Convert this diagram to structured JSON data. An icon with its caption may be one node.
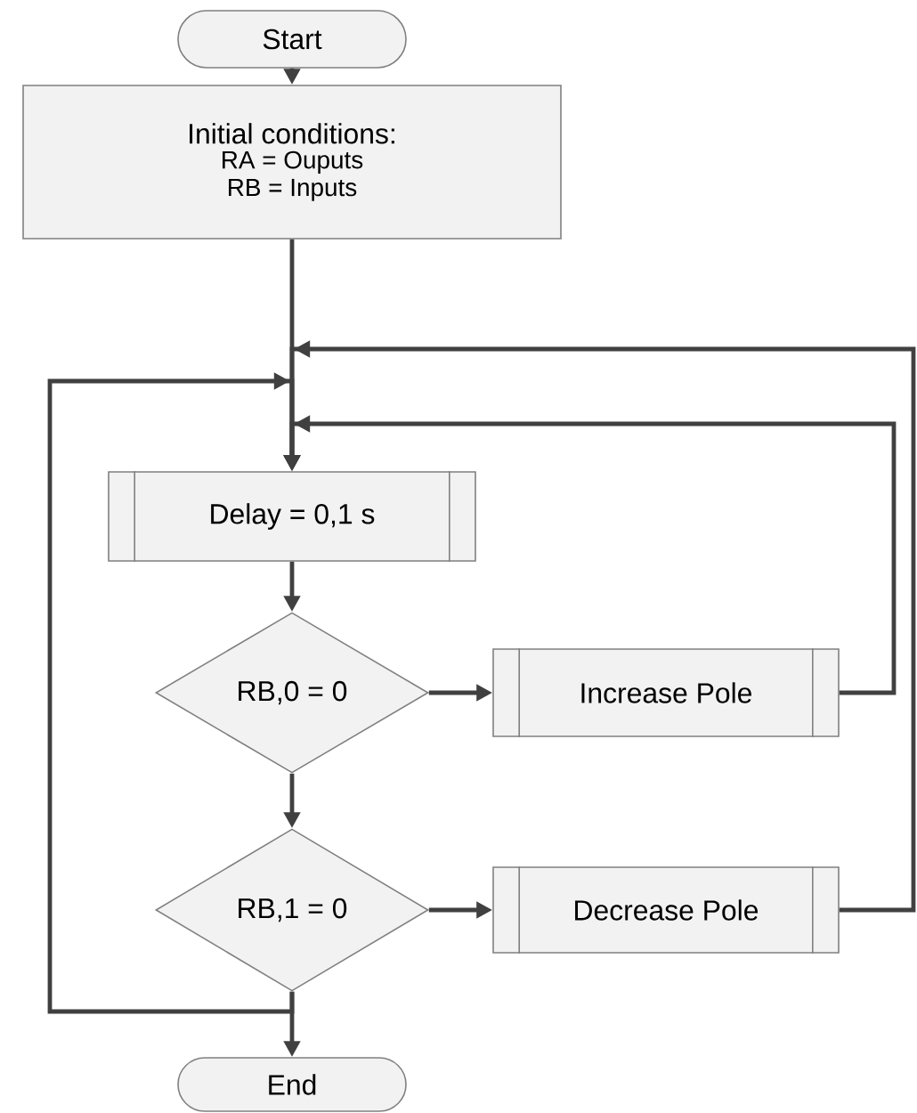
{
  "diagram": {
    "nodes": [
      {
        "text": [
          "Start"
        ]
      },
      {
        "text": [
          "Initial conditions:",
          "RA = Ouputs",
          "RB = Inputs"
        ]
      },
      {
        "text": [
          "Delay = 0,1 s"
        ]
      },
      {
        "text": [
          "RB,0 = 0"
        ]
      },
      {
        "text": [
          "Increase Pole"
        ]
      },
      {
        "text": [
          "RB,1 = 0"
        ]
      },
      {
        "text": [
          "Decrease Pole"
        ]
      },
      {
        "text": [
          "End"
        ]
      }
    ],
    "edges": [
      {
        "from": 0,
        "to": 1,
        "arrow": "to"
      },
      {
        "from": 1,
        "to": 2,
        "arrow": "to"
      },
      {
        "from": 2,
        "to": 3,
        "arrow": "to"
      },
      {
        "from": 3,
        "to": 4,
        "arrow": "to"
      },
      {
        "from": 4,
        "to": 2,
        "arrow": "to"
      },
      {
        "from": 3,
        "to": 5,
        "arrow": "to"
      },
      {
        "from": 5,
        "to": 6,
        "arrow": "to"
      },
      {
        "from": 6,
        "to": 2,
        "arrow": "to"
      },
      {
        "from": 5,
        "to": 7,
        "arrow": "to"
      },
      {
        "from": 5,
        "to": 2,
        "arrow": "to"
      }
    ]
  }
}
